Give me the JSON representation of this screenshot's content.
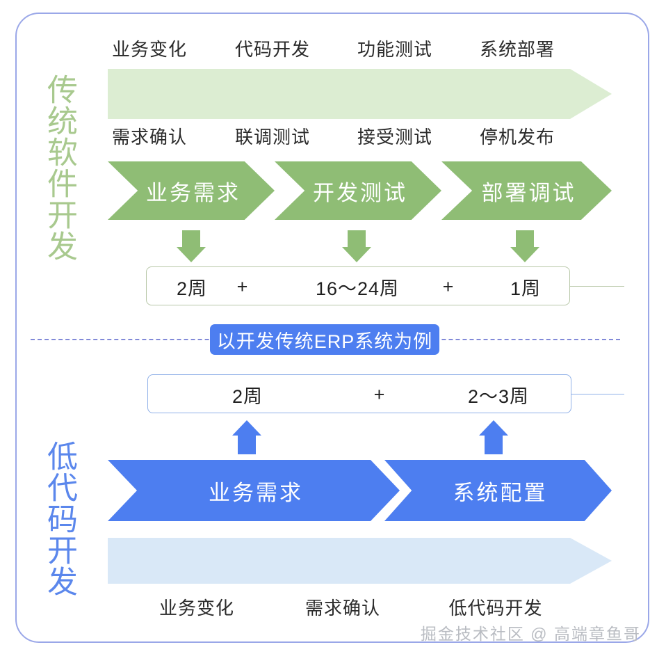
{
  "frame": {
    "border_color": "#9aa7e8"
  },
  "colors": {
    "green_chevron": "#8fbd75",
    "green_bar": "#dcedd2",
    "green_label": "#a8c98e",
    "green_box_border": "#b7c7a7",
    "blue_chevron": "#4d7ef0",
    "blue_bar": "#d9e8f7",
    "blue_label": "#5b87ec",
    "blue_box_border": "#8fb0e8",
    "divider": "#8189d8",
    "text": "#2b2b2b",
    "watermark": "#b9bcc2"
  },
  "traditional": {
    "side_label": "传统软件开发",
    "top_captions": [
      "业务变化",
      "代码开发",
      "功能测试",
      "系统部署"
    ],
    "second_captions": [
      "需求确认",
      "联调测试",
      "接受测试",
      "停机发布"
    ],
    "stages": [
      "业务需求",
      "开发测试",
      "部署调试"
    ],
    "time_box": {
      "cells": [
        "2周",
        "+",
        "16～24周",
        "+",
        "1周"
      ]
    }
  },
  "divider_badge": {
    "label": "以开发传统ERP系统为例"
  },
  "lowcode": {
    "side_label": "低代码开发",
    "time_box": {
      "cells": [
        "2周",
        "+",
        "2～3周"
      ]
    },
    "stages": [
      "业务需求",
      "系统配置"
    ],
    "bottom_captions": [
      "业务变化",
      "需求确认",
      "低代码开发"
    ]
  },
  "watermark": {
    "text": "掘金技术社区 @ 高端章鱼哥"
  },
  "chart_data": {
    "type": "diagram",
    "title": "传统软件开发 vs 低代码开发 周期对比",
    "series": [
      {
        "name": "传统软件开发",
        "stages": [
          "业务需求",
          "开发测试",
          "部署调试"
        ],
        "durations": [
          "2周",
          "16～24周",
          "1周"
        ],
        "inputs": [
          "业务变化",
          "代码开发",
          "功能测试",
          "系统部署"
        ],
        "outputs": [
          "需求确认",
          "联调测试",
          "接受测试",
          "停机发布"
        ]
      },
      {
        "name": "低代码开发",
        "stages": [
          "业务需求",
          "系统配置"
        ],
        "durations": [
          "2周",
          "2～3周"
        ],
        "inputs": [
          "业务变化",
          "需求确认",
          "低代码开发"
        ]
      }
    ],
    "annotation": "以开发传统ERP系统为例"
  }
}
